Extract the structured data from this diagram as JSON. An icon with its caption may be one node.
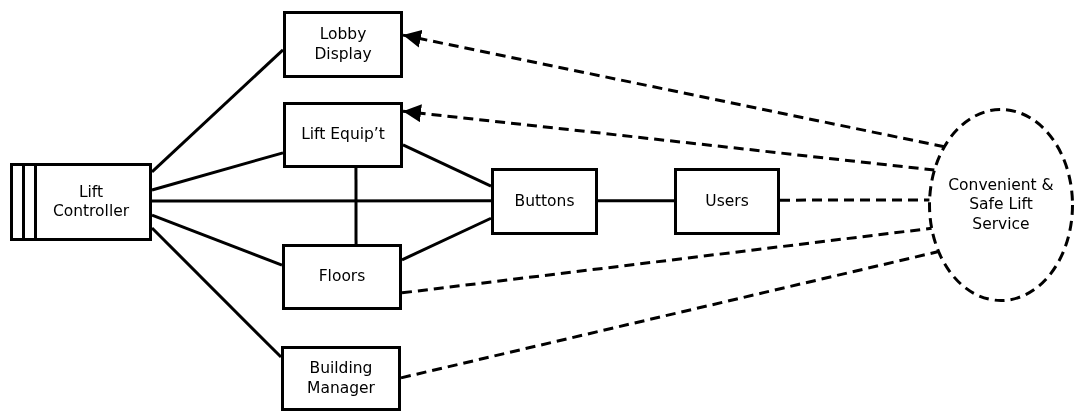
{
  "diagram": {
    "nodes": [
      {
        "text": [
          "Lift Controller"
        ]
      },
      {
        "text": [
          "Lobby Display"
        ]
      },
      {
        "text": [
          "Lift Equip’t"
        ]
      },
      {
        "text": [
          "Floors"
        ]
      },
      {
        "text": [
          "Building Manager"
        ]
      },
      {
        "text": [
          "Buttons"
        ]
      },
      {
        "text": [
          "Users"
        ]
      },
      {
        "text": [
          "Convenient & Safe Lift Service"
        ]
      }
    ],
    "edges": [
      {
        "from": 0,
        "to": 1,
        "arrow": "none"
      },
      {
        "from": 0,
        "to": 2,
        "arrow": "none"
      },
      {
        "from": 0,
        "to": 5,
        "arrow": "none"
      },
      {
        "from": 0,
        "to": 3,
        "arrow": "none"
      },
      {
        "from": 0,
        "to": 4,
        "arrow": "none"
      },
      {
        "from": 2,
        "to": 5,
        "arrow": "none"
      },
      {
        "from": 3,
        "to": 5,
        "arrow": "none"
      },
      {
        "from": 2,
        "to": 3,
        "arrow": "none"
      },
      {
        "from": 5,
        "to": 6,
        "arrow": "none"
      },
      {
        "from": 7,
        "to": 1,
        "arrow": "to",
        "style": "dashed"
      },
      {
        "from": 7,
        "to": 2,
        "arrow": "to",
        "style": "dashed"
      },
      {
        "from": 6,
        "to": 7,
        "arrow": "none",
        "style": "dashed"
      },
      {
        "from": 3,
        "to": 7,
        "arrow": "none",
        "style": "dashed"
      },
      {
        "from": 4,
        "to": 7,
        "arrow": "none",
        "style": "dashed"
      }
    ]
  }
}
